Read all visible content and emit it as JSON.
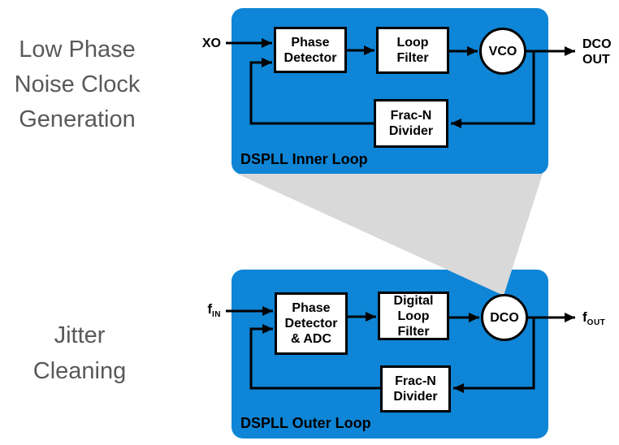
{
  "colors": {
    "panel_blue": "#0e85d6",
    "funnel_gray": "#d9d9d9",
    "side_text_gray": "#595959"
  },
  "side_labels": {
    "top_lines": [
      "Low Phase",
      "Noise Clock",
      "Generation"
    ],
    "bottom_lines": [
      "Jitter",
      "Cleaning"
    ]
  },
  "inner": {
    "title": "DSPLL Inner Loop",
    "input_label": "XO",
    "output_lines": [
      "DCO",
      "OUT"
    ],
    "phase_detector_lines": [
      "Phase",
      "Detector"
    ],
    "loop_filter_lines": [
      "Loop",
      "Filter"
    ],
    "vco_label": "VCO",
    "frac_n_lines": [
      "Frac-N",
      "Divider"
    ]
  },
  "outer": {
    "title": "DSPLL Outer Loop",
    "input_base": "f",
    "input_sub": "IN",
    "output_base": "f",
    "output_sub": "OUT",
    "phase_detector_lines": [
      "Phase",
      "Detector",
      "& ADC"
    ],
    "digital_loop_filter_lines": [
      "Digital",
      "Loop",
      "Filter"
    ],
    "dco_label": "DCO",
    "frac_n_lines": [
      "Frac-N",
      "Divider"
    ]
  }
}
